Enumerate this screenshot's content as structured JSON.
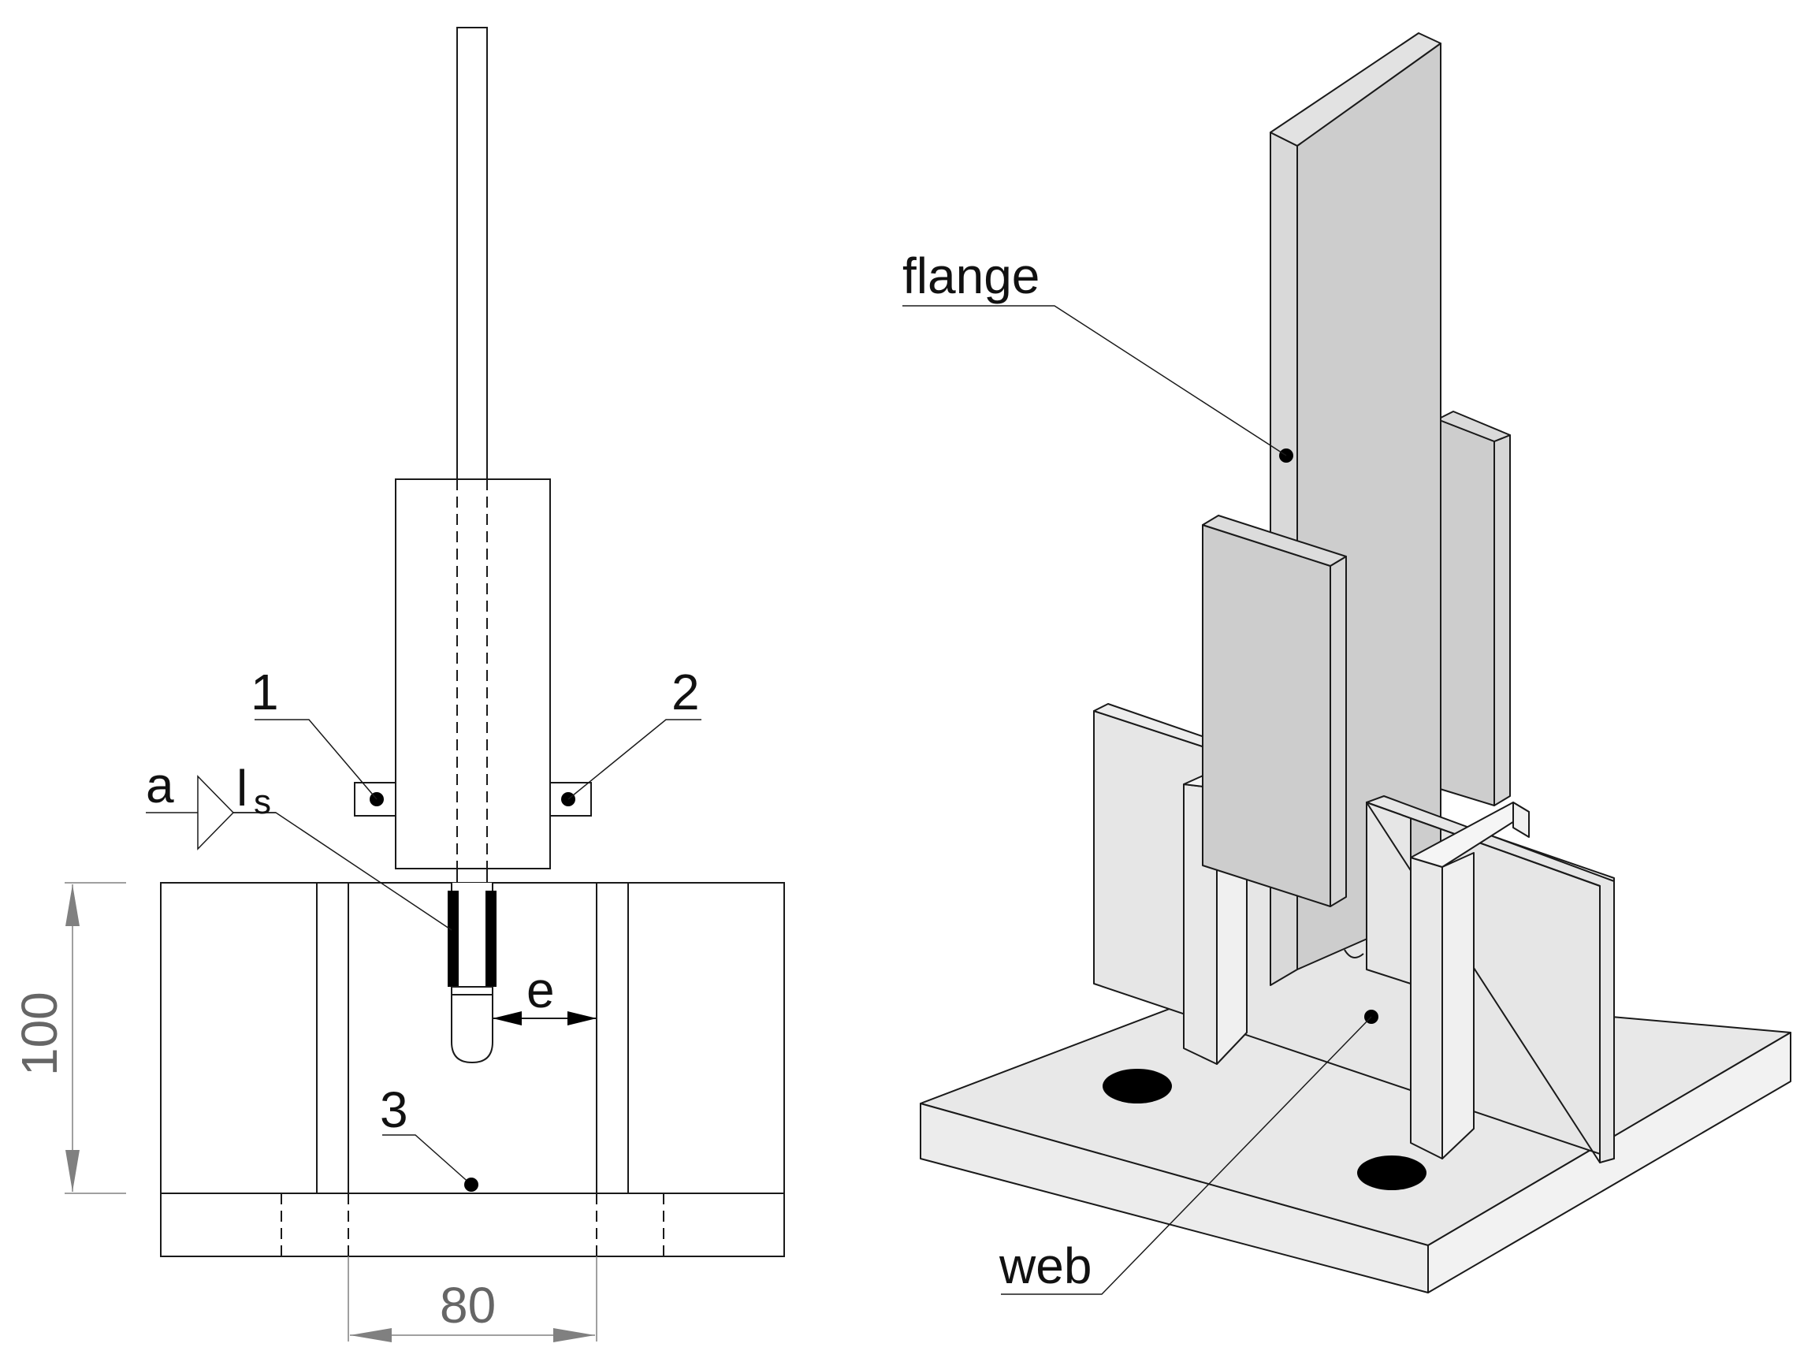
{
  "front_view": {
    "labels": {
      "item1": "1",
      "item2": "2",
      "item3": "3",
      "weld_a": "a",
      "weld_length": "l",
      "weld_length_sub": "s",
      "gap": "e"
    },
    "dimensions": {
      "height": "100",
      "width": "80"
    }
  },
  "iso_view": {
    "labels": {
      "flange": "flange",
      "web": "web"
    }
  },
  "colors": {
    "line": "#1a1a1a",
    "dimension": "#808080",
    "dark_plate": "#cdcdcd",
    "light_plate": "#e6e6e6",
    "base_side": "#ececec",
    "fill_black": "#000000"
  }
}
